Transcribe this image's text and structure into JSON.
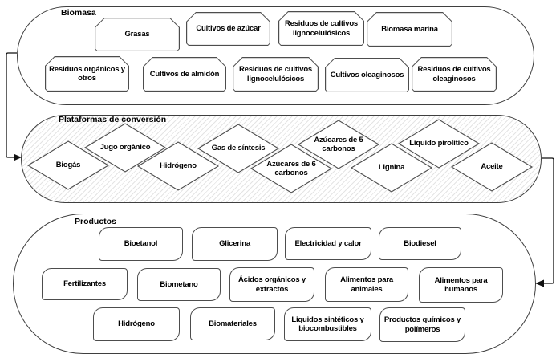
{
  "sections": {
    "biomasa": {
      "label": "Biomasa",
      "items": [
        "Grasas",
        "Cultivos de azúcar",
        "Residuos de cultivos\nlignocelulósicos",
        "Biomasa marina",
        "Residuos orgánicos y\notros",
        "Cultivos de almidón",
        "Residuos de cultivos\nlignocelulósicos",
        "Cultivos oleaginosos",
        "Residuos de cultivos\noleaginosos"
      ]
    },
    "plataformas": {
      "label": "Plataformas de conversión",
      "items": [
        "Biogás",
        "Jugo orgánico",
        "Hidrógeno",
        "Gas de síntesis",
        "Azúcares de 6\ncarbonos",
        "Azúcares de 5\ncarbonos",
        "Lignina",
        "Liquido pirolítico",
        "Aceite"
      ]
    },
    "productos": {
      "label": "Productos",
      "items": [
        "Bioetanol",
        "Glicerina",
        "Electricidad y calor",
        "Biodiesel",
        "Fertilizantes",
        "Biometano",
        "Ácidos orgánicos y\nextractos",
        "Alimentos para\nanimales",
        "Alimentos para\nhumanos",
        "Hidrógeno",
        "Biomateriales",
        "Liquidos sintéticos y\nbiocombustibles",
        "Productos químicos y\npolímeros"
      ]
    }
  },
  "colors": {
    "box_border": "#4d4d4d",
    "stadium_border": "#3f3f3f",
    "hatch_line": "#e4e4e4",
    "arrow": "#111111",
    "text": "#000000",
    "background": "#ffffff"
  }
}
